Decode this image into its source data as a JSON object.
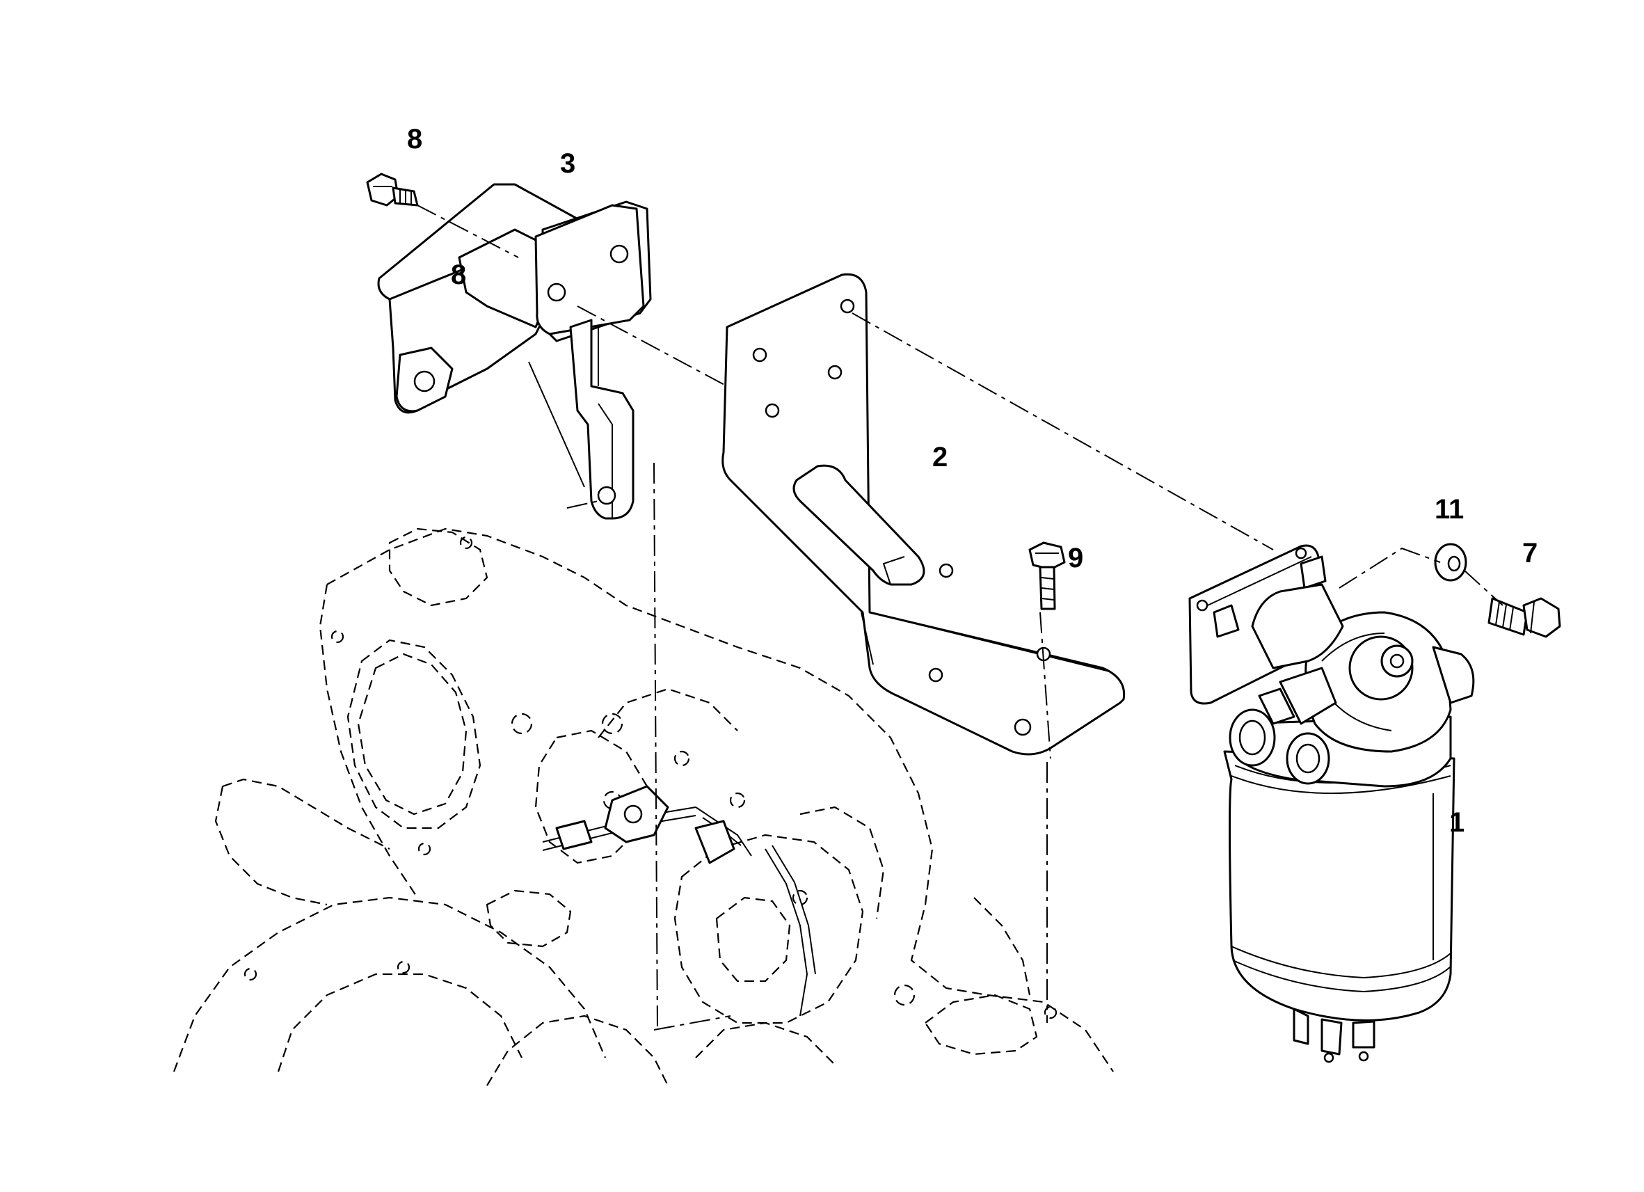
{
  "callouts": {
    "c1": "1",
    "c2": "2",
    "c3": "3",
    "c7": "7",
    "c8a": "8",
    "c8b": "8",
    "c9": "9",
    "c11": "11"
  },
  "colors": {
    "line": "#000000",
    "background": "#ffffff"
  }
}
